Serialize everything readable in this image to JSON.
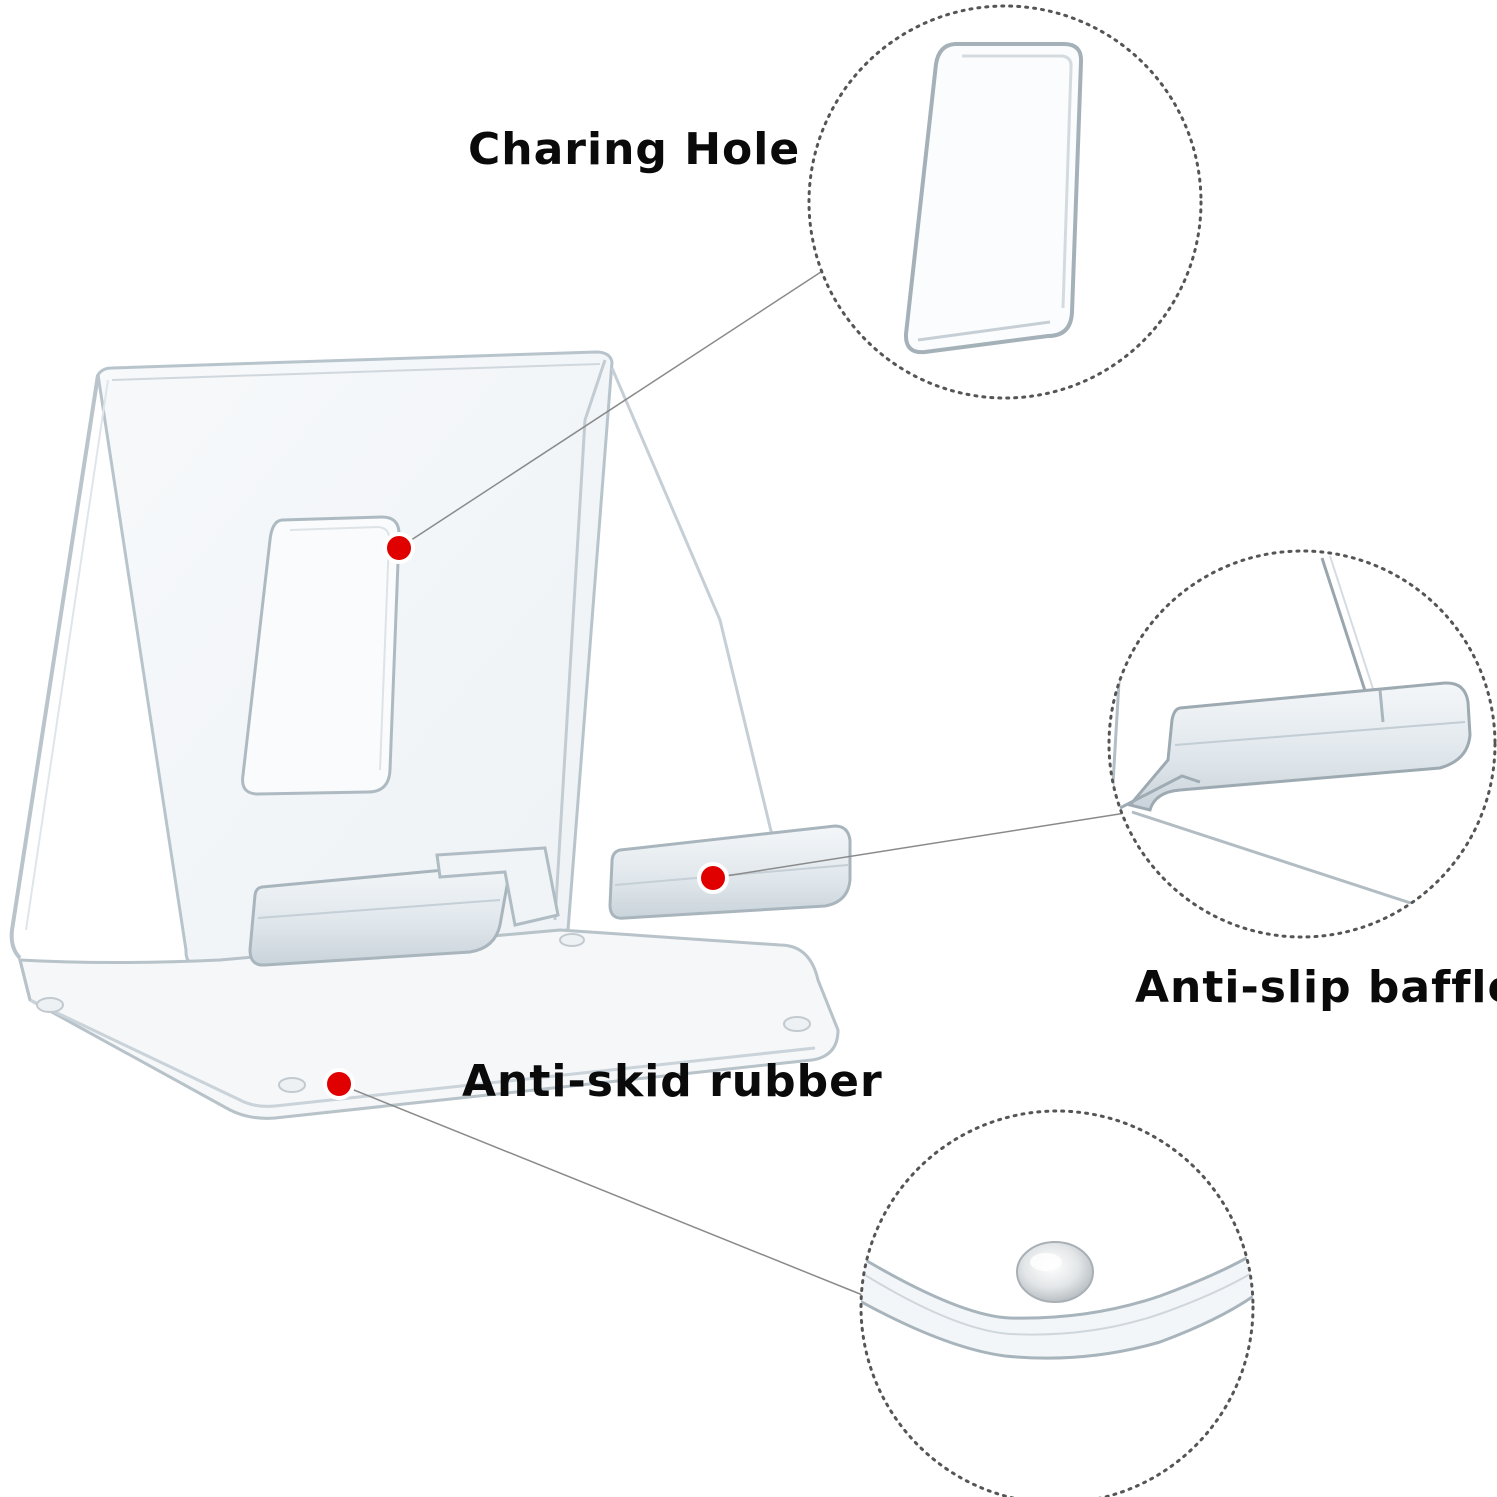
{
  "callouts": {
    "charging_hole": "Charing Hole",
    "anti_slip_baffle": "Anti-slip baffle",
    "anti_skid_rubber": "Anti-skid rubber"
  },
  "colors": {
    "marker": "#e00000",
    "acrylic_edge": "#b8c4cc",
    "acrylic_fill": "#f3f6f8",
    "leader": "#8a8a8a",
    "circle_border": "#555555"
  }
}
